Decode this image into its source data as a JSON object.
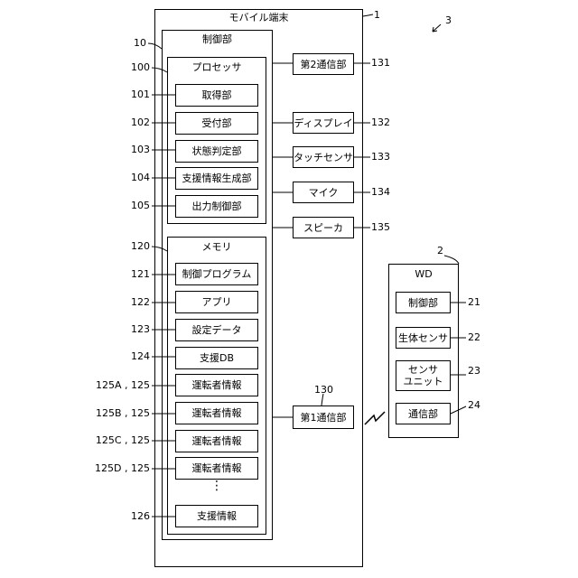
{
  "system_ref": "3",
  "mobile_terminal": {
    "title": "モバイル端末",
    "ref": "1",
    "control": {
      "title": "制御部",
      "ref": "10",
      "processor": {
        "title": "プロセッサ",
        "ref": "100",
        "units": [
          {
            "label": "取得部",
            "ref": "101"
          },
          {
            "label": "受付部",
            "ref": "102"
          },
          {
            "label": "状態判定部",
            "ref": "103"
          },
          {
            "label": "支援情報生成部",
            "ref": "104"
          },
          {
            "label": "出力制御部",
            "ref": "105"
          }
        ]
      },
      "memory": {
        "title": "メモリ",
        "ref": "120",
        "items": [
          {
            "label": "制御プログラム",
            "ref": "121"
          },
          {
            "label": "アプリ",
            "ref": "122"
          },
          {
            "label": "設定データ",
            "ref": "123"
          },
          {
            "label": "支援DB",
            "ref": "124"
          },
          {
            "label": "運転者情報",
            "ref": "125A , 125"
          },
          {
            "label": "運転者情報",
            "ref": "125B , 125"
          },
          {
            "label": "運転者情報",
            "ref": "125C , 125"
          },
          {
            "label": "運転者情報",
            "ref": "125D , 125"
          }
        ],
        "ellipsis": "⋮",
        "last": {
          "label": "支援情報",
          "ref": "126"
        }
      }
    },
    "peripherals": [
      {
        "label": "第2通信部",
        "ref": "131"
      },
      {
        "label": "ディスプレイ",
        "ref": "132"
      },
      {
        "label": "タッチセンサ",
        "ref": "133"
      },
      {
        "label": "マイク",
        "ref": "134"
      },
      {
        "label": "スピーカ",
        "ref": "135"
      }
    ],
    "comm1": {
      "label": "第1通信部",
      "ref": "130"
    }
  },
  "wd": {
    "title": "WD",
    "ref": "2",
    "units": [
      {
        "label": "制御部",
        "ref": "21"
      },
      {
        "label": "生体センサ",
        "ref": "22"
      },
      {
        "label": "センサ\nユニット",
        "ref": "23"
      },
      {
        "label": "通信部",
        "ref": "24"
      }
    ]
  }
}
